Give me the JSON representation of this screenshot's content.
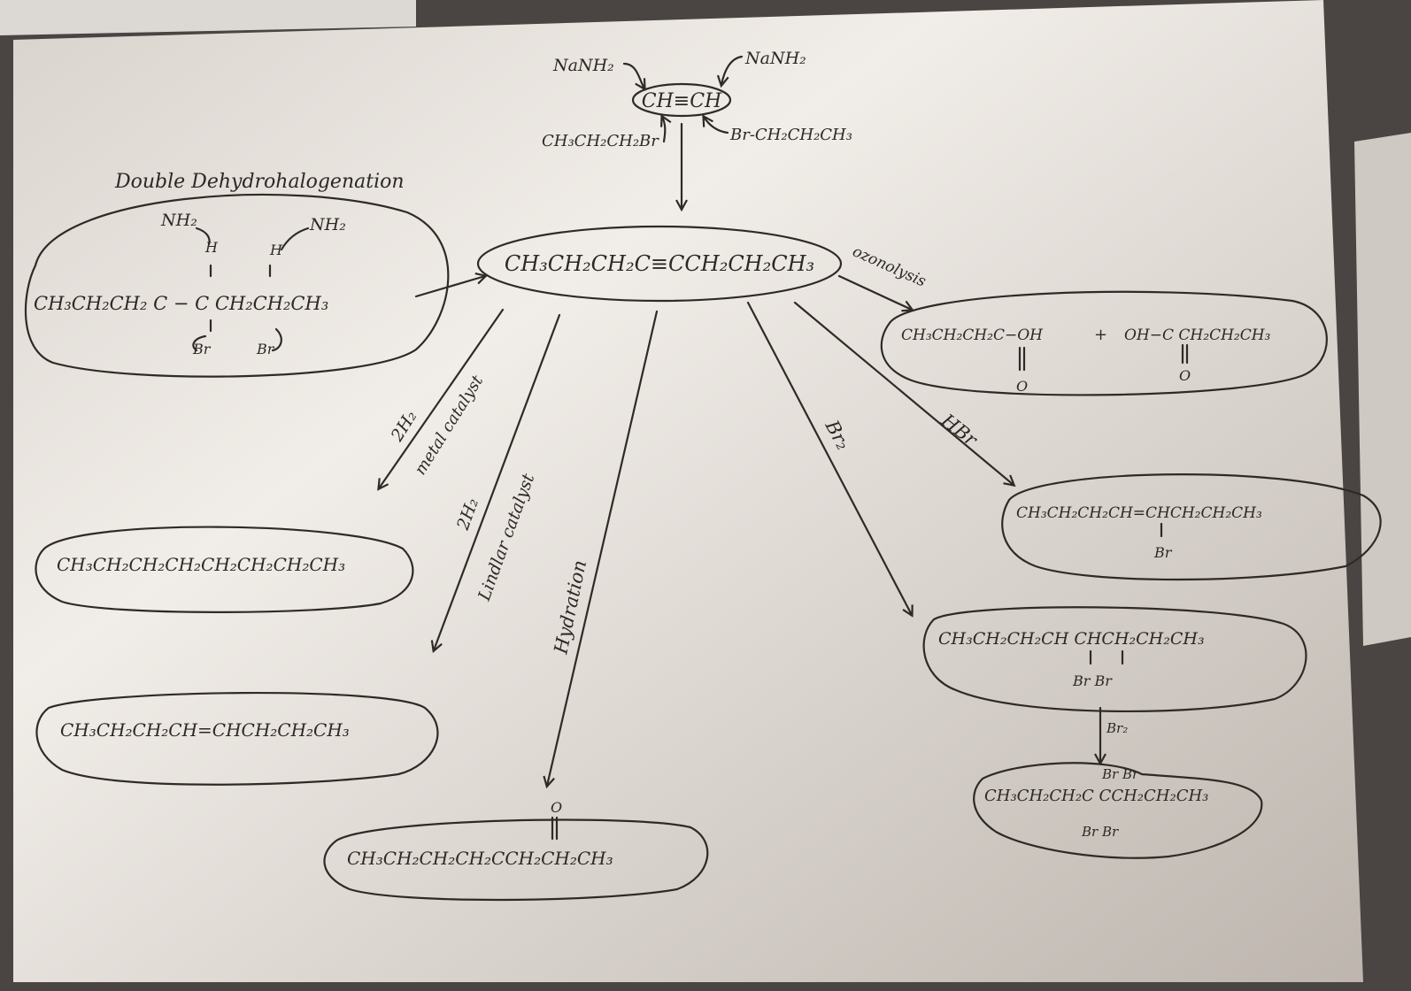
{
  "center": {
    "acetylene": "CH≡CH",
    "reagent_top_left": "NaNH₂",
    "reagent_top_right": "NaNH₂",
    "alkyl_left": "CH₃CH₂CH₂Br",
    "alkyl_right": "Br-CH₂CH₂CH₃",
    "alkyne": "CH₃CH₂CH₂C≡CCH₂CH₂CH₃"
  },
  "double_dehydro": {
    "title": "Double Dehydrohalogenation",
    "base_left": "NH₂",
    "base_right": "NH₂",
    "h_left": "H",
    "h_right": "H",
    "substrate": "CH₃CH₂CH₂ C − C CH₂CH₂CH₃",
    "br_left": "Br",
    "br_right": "Br"
  },
  "ozonolysis": {
    "reagent": "ozonolysis",
    "acid_left": "CH₃CH₂CH₂C−OH",
    "plus": "+",
    "acid_right": "OH−C CH₂CH₂CH₃",
    "oxygen_left": "O",
    "oxygen_right": "O"
  },
  "hbr": {
    "reagent": "HBr",
    "product": "CH₃CH₂CH₂CH=CHCH₂CH₂CH₃",
    "substituent": "Br"
  },
  "br2": {
    "reagent": "Br₂",
    "product": "CH₃CH₂CH₂CH CHCH₂CH₂CH₃",
    "substituents": "Br Br"
  },
  "tetrabromide": {
    "reagent": "Br₂",
    "top_substituents": "Br Br",
    "product": "CH₃CH₂CH₂C CCH₂CH₂CH₃",
    "bottom_substituents": "Br Br"
  },
  "metal_hydrogenation": {
    "reagent": "2H₂",
    "catalyst": "metal catalyst",
    "product": "CH₃CH₂CH₂CH₂CH₂CH₂CH₂CH₃"
  },
  "lindlar": {
    "reagent": "2H₂",
    "catalyst": "Lindlar catalyst",
    "product": "CH₃CH₂CH₂CH=CHCH₂CH₂CH₃"
  },
  "hydration": {
    "reagent": "Hydration",
    "product": "CH₃CH₂CH₂CH₂CCH₂CH₂CH₃",
    "oxygen": "O"
  }
}
